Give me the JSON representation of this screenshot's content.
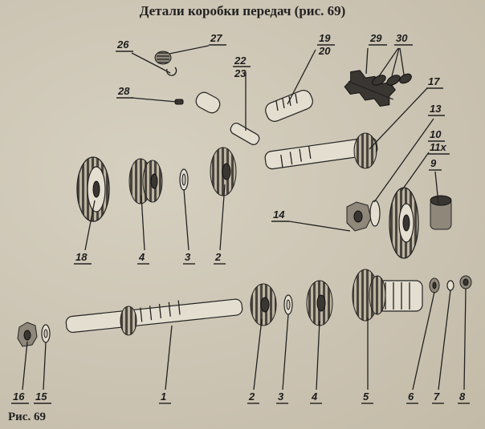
{
  "title": "Детали коробки передач (рис. 69)",
  "caption": "Рис.  69",
  "labels": {
    "l1": "1",
    "l2a": "2",
    "l2b": "2",
    "l3a": "3",
    "l3b": "3",
    "l4a": "4",
    "l4b": "4",
    "l5": "5",
    "l6": "6",
    "l7": "7",
    "l8": "8",
    "l9": "9",
    "l10": "10",
    "l11": "11х",
    "l13": "13",
    "l14": "14",
    "l15": "15",
    "l16": "16",
    "l17": "17",
    "l18": "18",
    "l19": "19",
    "l20": "20",
    "l22": "22",
    "l23": "23",
    "l26": "26",
    "l27": "27",
    "l28": "28",
    "l29": "29",
    "l30": "30"
  }
}
